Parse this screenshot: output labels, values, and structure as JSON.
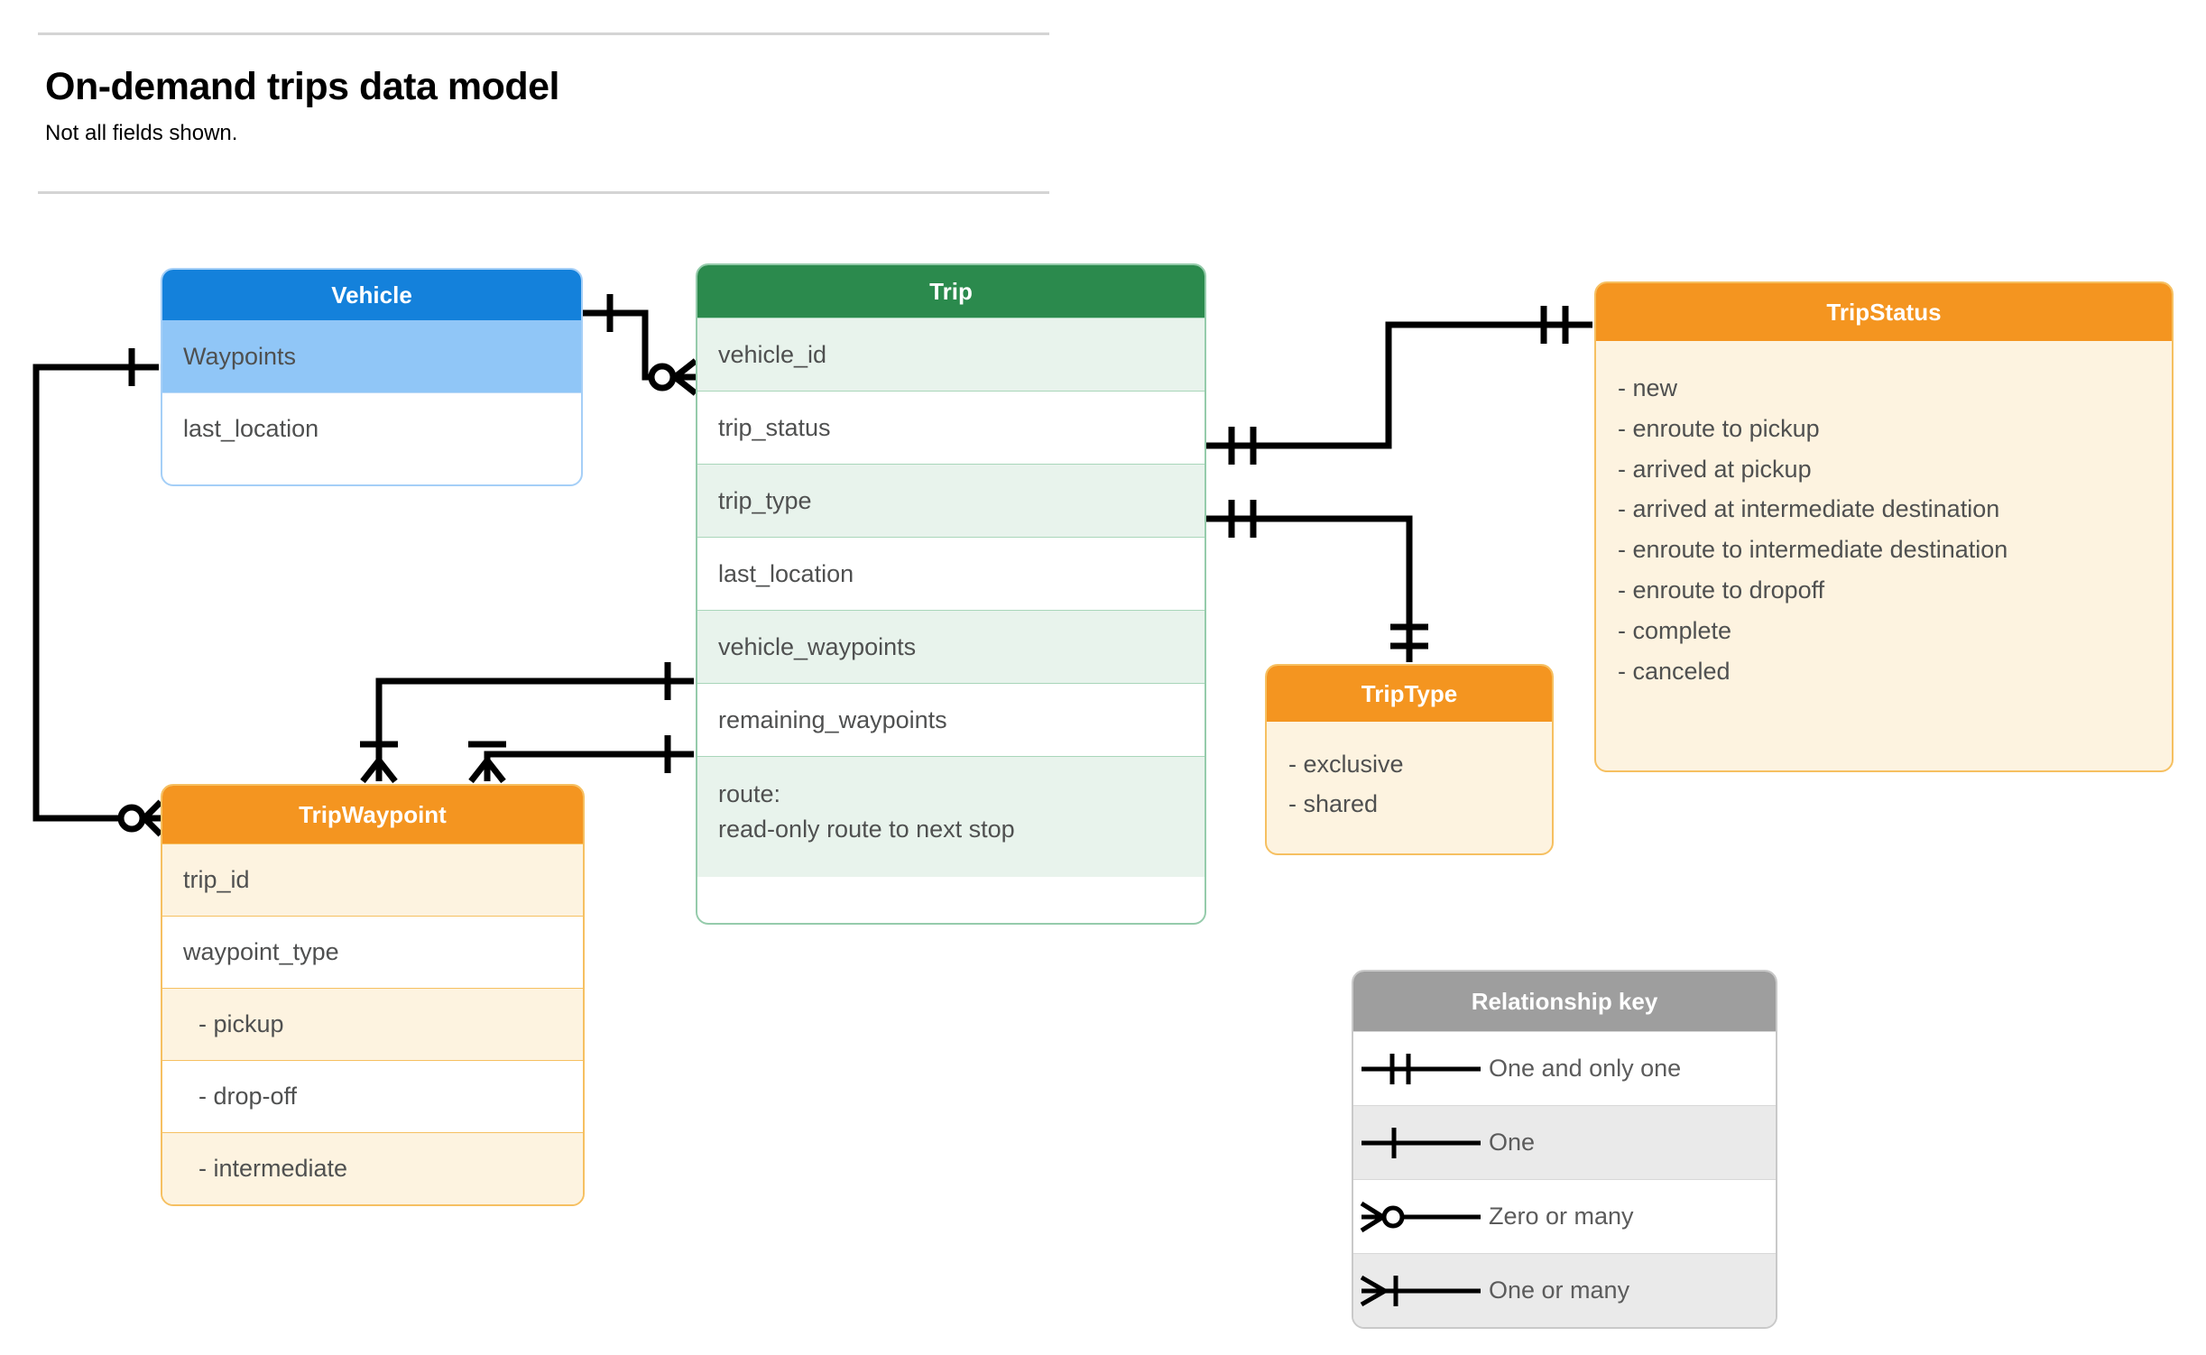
{
  "header": {
    "title": "On-demand trips data model",
    "subtitle": "Not all fields shown."
  },
  "entities": {
    "vehicle": {
      "name": "Vehicle",
      "header_color": "#1481db",
      "rows": [
        {
          "label": "Waypoints"
        },
        {
          "label": "last_location"
        }
      ]
    },
    "trip": {
      "name": "Trip",
      "header_color": "#2b8a4d",
      "rows": [
        {
          "label": "vehicle_id"
        },
        {
          "label": "trip_status"
        },
        {
          "label": "trip_type"
        },
        {
          "label": "last_location"
        },
        {
          "label": "vehicle_waypoints"
        },
        {
          "label": "remaining_waypoints"
        },
        {
          "label": "route:",
          "label2": "read-only route to next stop"
        }
      ]
    },
    "trip_status": {
      "name": "TripStatus",
      "header_color": "#f49520",
      "values": [
        "- new",
        "- enroute to pickup",
        "- arrived at pickup",
        "- arrived at intermediate destination",
        "- enroute to intermediate destination",
        "- enroute to dropoff",
        "- complete",
        "- canceled"
      ]
    },
    "trip_type": {
      "name": "TripType",
      "header_color": "#f49520",
      "values": [
        "- exclusive",
        "- shared"
      ]
    },
    "trip_waypoint": {
      "name": "TripWaypoint",
      "header_color": "#f49520",
      "rows": [
        {
          "label": "trip_id"
        },
        {
          "label": "waypoint_type"
        },
        {
          "label": "-  pickup"
        },
        {
          "label": "-  drop-off"
        },
        {
          "label": "-  intermediate"
        }
      ]
    }
  },
  "legend": {
    "title": "Relationship key",
    "items": [
      {
        "symbol": "one-and-only-one",
        "label": "One and only one"
      },
      {
        "symbol": "one",
        "label": "One"
      },
      {
        "symbol": "zero-or-many",
        "label": "Zero or many"
      },
      {
        "symbol": "one-or-many",
        "label": "One or many"
      }
    ]
  },
  "relationships": [
    {
      "from": "Vehicle",
      "to": "Trip.vehicle_id",
      "from_cardinality": "one",
      "to_cardinality": "zero-or-many"
    },
    {
      "from": "Vehicle.Waypoints",
      "to": "TripWaypoint",
      "from_cardinality": "one",
      "to_cardinality": "zero-or-many"
    },
    {
      "from": "Trip.trip_status",
      "to": "TripStatus",
      "from_cardinality": "one-and-only-one",
      "to_cardinality": "one-and-only-one"
    },
    {
      "from": "Trip.trip_type",
      "to": "TripType",
      "from_cardinality": "one-and-only-one",
      "to_cardinality": "one-and-only-one"
    },
    {
      "from": "Trip.vehicle_waypoints",
      "to": "TripWaypoint",
      "from_cardinality": "one",
      "to_cardinality": "one-or-many"
    },
    {
      "from": "Trip.remaining_waypoints",
      "to": "TripWaypoint",
      "from_cardinality": "one",
      "to_cardinality": "one-or-many"
    }
  ]
}
